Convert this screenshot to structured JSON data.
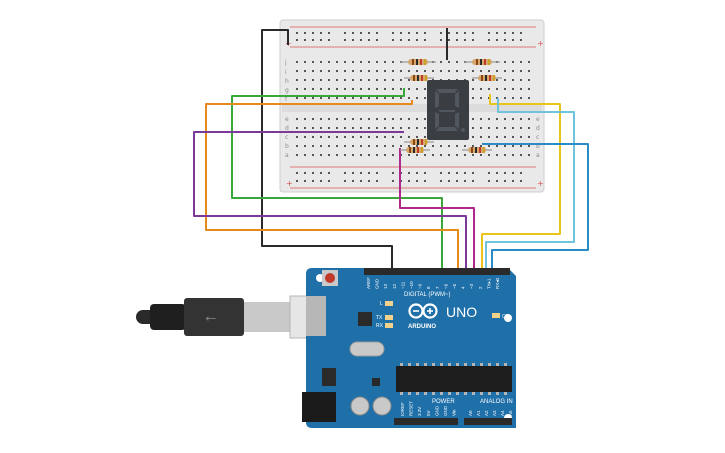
{
  "arduino": {
    "brand": "ARDUINO",
    "model": "UNO",
    "header_digital": "DIGITAL (PWM~)",
    "header_power": "POWER",
    "header_analog": "ANALOG IN",
    "led_on": "ON",
    "led_l": "L",
    "led_tx": "TX",
    "led_rx": "RX",
    "digital_pins": [
      "AREF",
      "GND",
      "13",
      "12",
      "~11",
      "~10",
      "~9",
      "8",
      "7",
      "~6",
      "~5",
      "4",
      "~3",
      "2",
      "TX▸1",
      "RX◂0"
    ],
    "power_pins": [
      "IOREF",
      "RESET",
      "3.3V",
      "5V",
      "GND",
      "GND",
      "Vin"
    ],
    "analog_pins": [
      "A0",
      "A1",
      "A2",
      "A3",
      "A4",
      "A5"
    ]
  },
  "display": {
    "digit": "8"
  },
  "breadboard": {
    "row_letters_top": [
      "j",
      "i",
      "h",
      "g",
      "f"
    ],
    "row_letters_bottom": [
      "e",
      "d",
      "c",
      "b",
      "a"
    ],
    "plus": "+",
    "minus": "-"
  },
  "colors": {
    "board": "#1f6fa8",
    "breadboard": "#e9e9e9",
    "segment_off": "#50575f",
    "wire_black": "#2a2a2a",
    "wire_green": "#3aa838",
    "wire_orange": "#e68a1a",
    "wire_purple": "#7b3a9a",
    "wire_magenta": "#b0288c",
    "wire_yellow": "#e8c516",
    "wire_lightblue": "#6fc3dc",
    "wire_blue": "#2a8cc4"
  },
  "icons": [
    "usb-cable-icon",
    "arduino-logo-icon",
    "seven-segment-display-icon",
    "resistor-icon"
  ]
}
